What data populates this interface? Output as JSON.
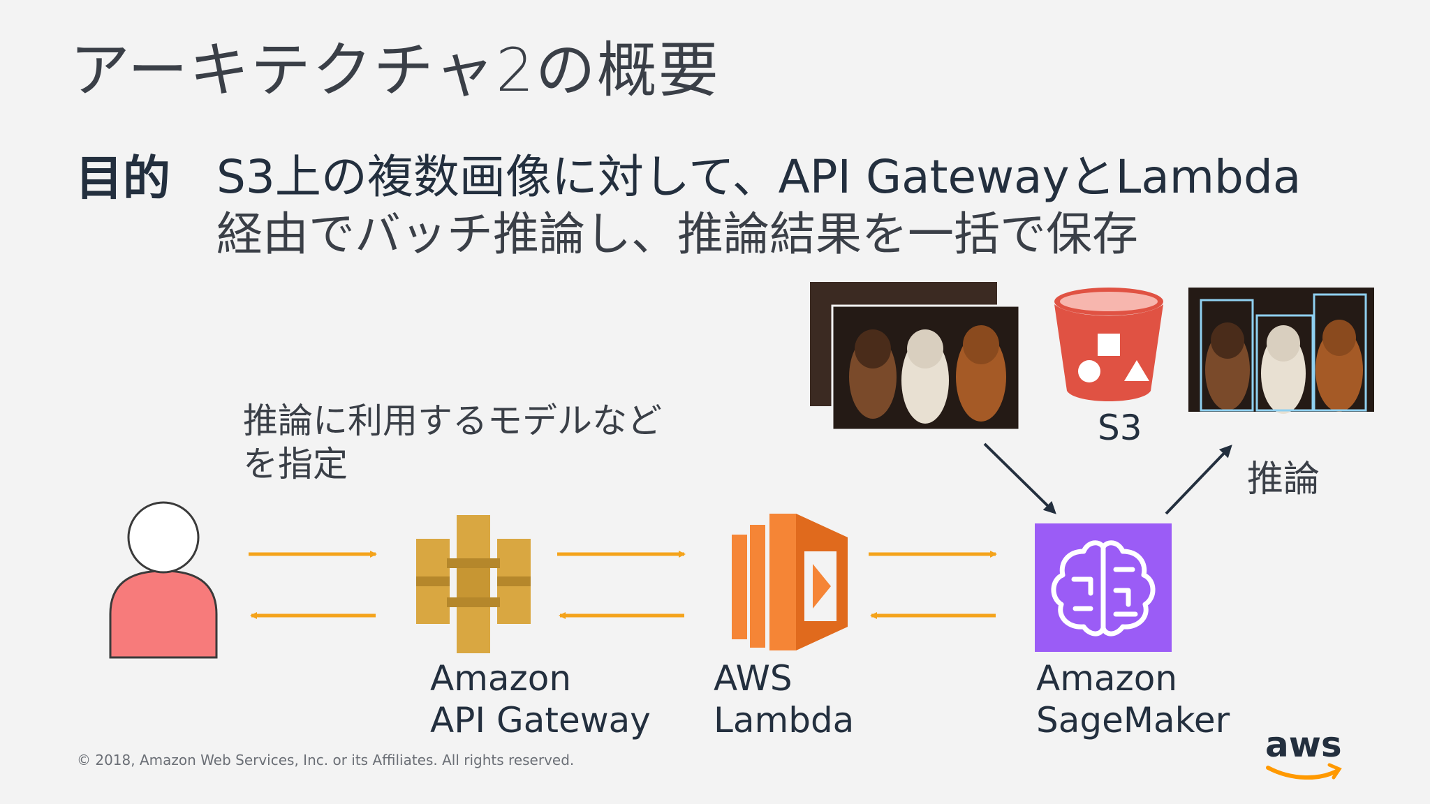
{
  "slide": {
    "title": "アーキテクチャ2の概要",
    "purpose_label": "目的",
    "purpose_line1": "S3上の複数画像に対して、API GatewayとLambda",
    "purpose_line2": "経由でバッチ推論し、推論結果を一括で保存",
    "note": "推論に利用するモデルなど\nを指定",
    "copyright": "© 2018, Amazon Web Services, Inc. or its Affiliates. All rights reserved.",
    "logo_text": "aws"
  },
  "services": {
    "api_gateway": {
      "line1": "Amazon",
      "line2": "API Gateway",
      "icon": "api-gateway-icon",
      "color": "#d9a741"
    },
    "lambda": {
      "line1": "AWS",
      "line2": "Lambda",
      "icon": "lambda-icon",
      "color": "#f58536"
    },
    "sagemaker": {
      "line1": "Amazon",
      "line2": "SageMaker",
      "icon": "sagemaker-brain-icon",
      "color": "#9b5cf6"
    },
    "s3": {
      "label": "S3",
      "icon": "s3-bucket-icon",
      "color": "#e05243"
    }
  },
  "labels": {
    "inference": "推論"
  },
  "colors": {
    "arrow": "#f4a31b",
    "dark_arrow": "#232f3e",
    "user_body": "#f77b7b",
    "aws_smile": "#f90"
  }
}
